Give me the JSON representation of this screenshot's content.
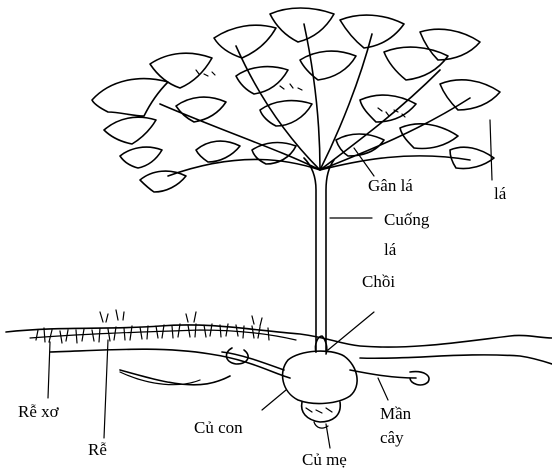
{
  "labels": {
    "leaf_vein": "Gân lá",
    "leaf": "lá",
    "petiole_line1": "Cuống",
    "petiole_line2": "lá",
    "bud": "Chồi",
    "fibrous_root": "Rễ xơ",
    "root": "Rễ",
    "daughter_corm": "Củ con",
    "mother_corm": "Củ mẹ",
    "caption_line1": "Mần",
    "caption_line2": "cây"
  },
  "colors": {
    "ink": "#000000",
    "paper": "#ffffff"
  }
}
